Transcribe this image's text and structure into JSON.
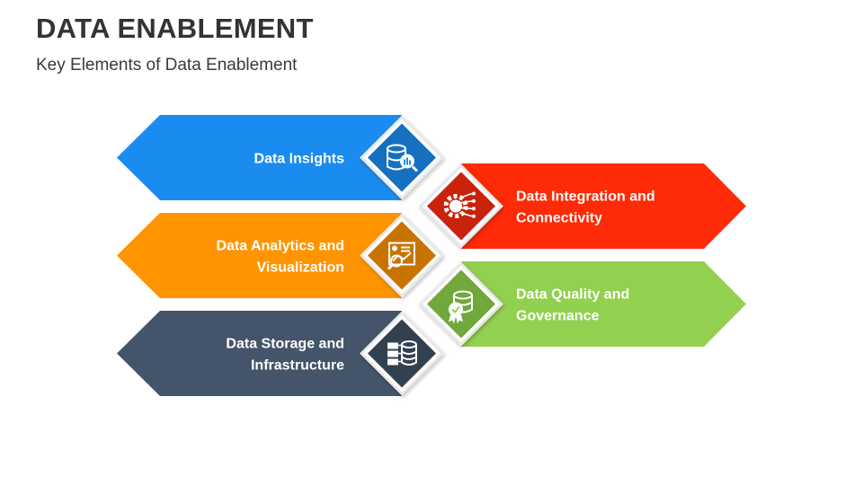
{
  "header": {
    "title": "DATA ENABLEMENT",
    "subtitle": "Key Elements of Data Enablement"
  },
  "elements": [
    {
      "label_lines": [
        "Data Insights"
      ],
      "color": "#1a8cf0",
      "dark": "#156fc0",
      "icon": "database-search-icon"
    },
    {
      "label_lines": [
        "Data Integration and",
        "Connectivity"
      ],
      "color": "#ff2a07",
      "dark": "#c9210a",
      "icon": "gear-circuit-icon"
    },
    {
      "label_lines": [
        "Data Analytics and",
        "Visualization"
      ],
      "color": "#ff9400",
      "dark": "#c87300",
      "icon": "analytics-report-icon"
    },
    {
      "label_lines": [
        "Data Quality and",
        "Governance"
      ],
      "color": "#92d050",
      "dark": "#6fa83a",
      "icon": "database-certified-icon"
    },
    {
      "label_lines": [
        "Data Storage and",
        "Infrastructure"
      ],
      "color": "#44546a",
      "dark": "#333f50",
      "icon": "storage-server-icon"
    }
  ]
}
